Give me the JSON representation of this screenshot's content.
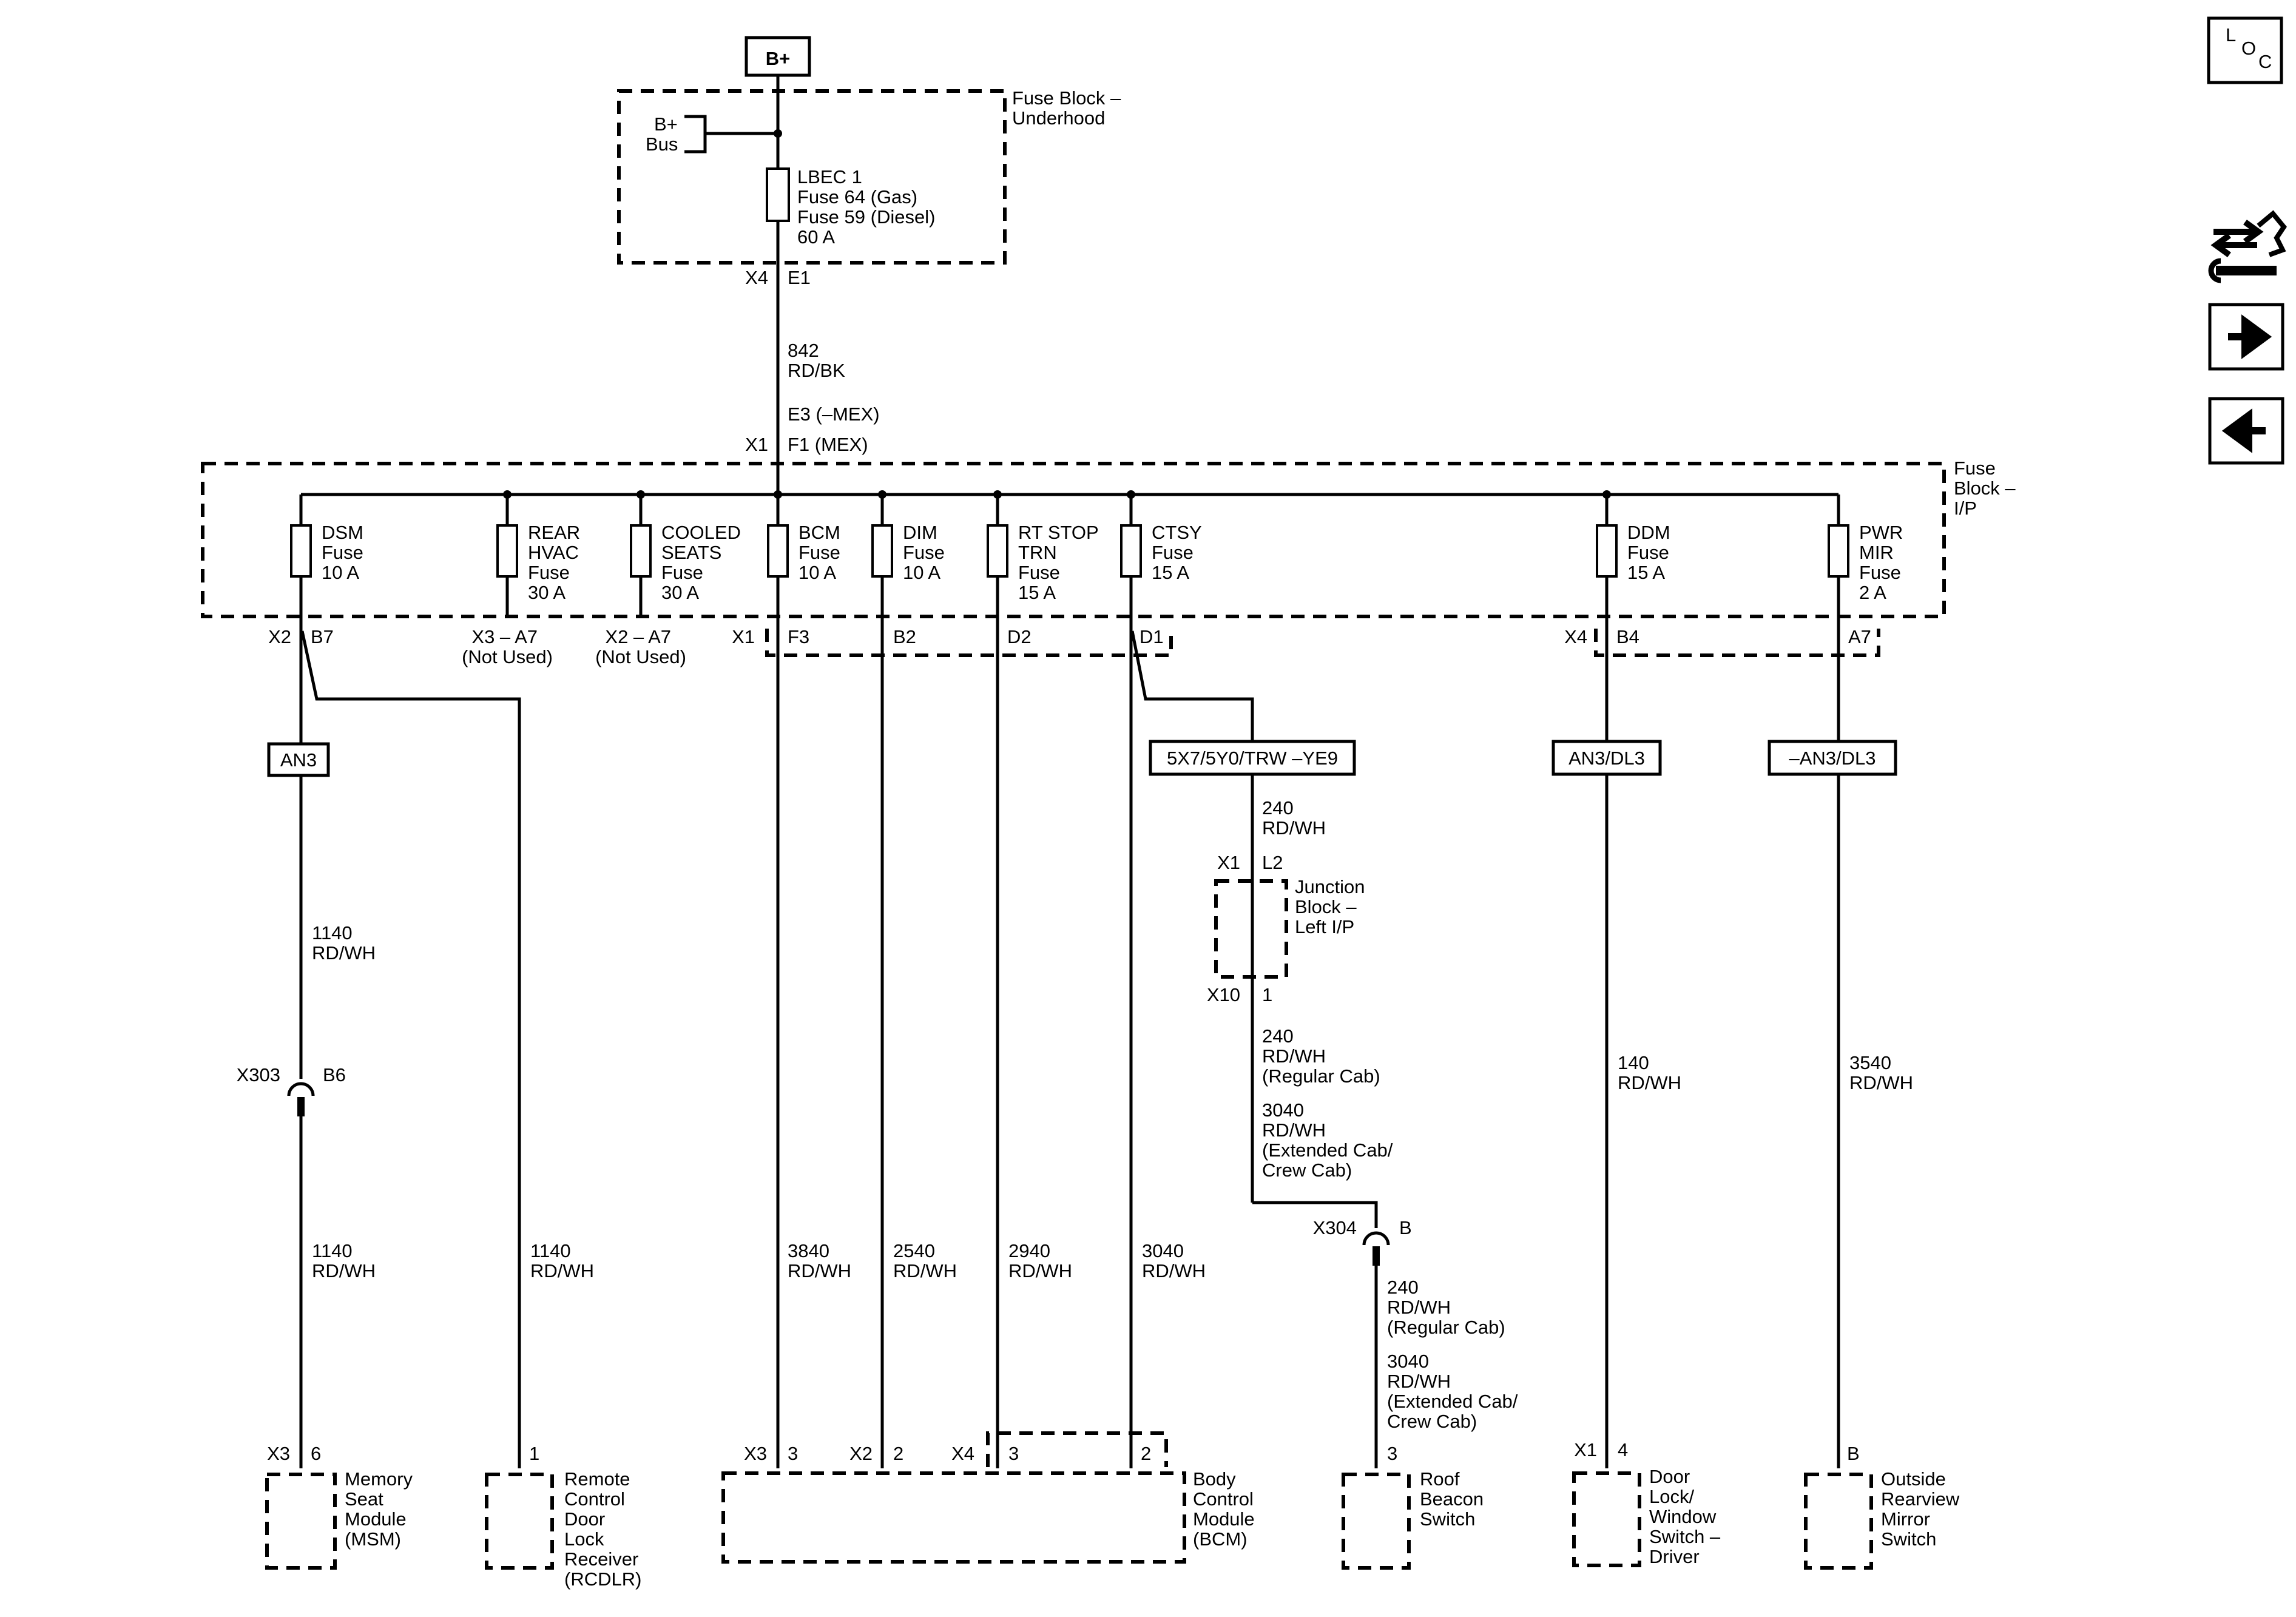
{
  "battery": "B+",
  "underhood": {
    "name_lines": [
      "Fuse Block –",
      "Underhood"
    ],
    "bus_lines": [
      "B+",
      "Bus"
    ],
    "fuse_lines": [
      "LBEC 1",
      "Fuse 64 (Gas)",
      "Fuse 59 (Diesel)",
      "60 A"
    ],
    "conn_x4": "X4",
    "pin_e1": "E1"
  },
  "main_wire": {
    "circuit": "842",
    "color": "RD/BK",
    "pin_e3": "E3 (–MEX)",
    "conn_x1": "X1",
    "pin_f1": "F1 (MEX)"
  },
  "ip_block": {
    "name_lines": [
      "Fuse",
      "Block –",
      "I/P"
    ]
  },
  "fuses": [
    {
      "label_lines": [
        "DSM",
        "Fuse",
        "10 A"
      ]
    },
    {
      "label_lines": [
        "REAR",
        "HVAC",
        "Fuse",
        "30 A"
      ]
    },
    {
      "label_lines": [
        "COOLED",
        "SEATS",
        "Fuse",
        "30 A"
      ]
    },
    {
      "label_lines": [
        "BCM",
        "Fuse",
        "10 A"
      ]
    },
    {
      "label_lines": [
        "DIM",
        "Fuse",
        "10 A"
      ]
    },
    {
      "label_lines": [
        "RT STOP",
        "TRN",
        "Fuse",
        "15 A"
      ]
    },
    {
      "label_lines": [
        "CTSY",
        "Fuse",
        "15 A"
      ]
    },
    {
      "label_lines": [
        "DDM",
        "Fuse",
        "15 A"
      ]
    },
    {
      "label_lines": [
        "PWR",
        "MIR",
        "Fuse",
        "2 A"
      ]
    }
  ],
  "ip_pins": {
    "x2": "X2",
    "b7": "B7",
    "rear_hvac_lines": [
      "X3 – A7",
      "(Not Used)"
    ],
    "cooled_lines": [
      "X2 – A7",
      "(Not Used)"
    ],
    "x1": "X1",
    "f3": "F3",
    "b2": "B2",
    "d2": "D2",
    "d1": "D1",
    "x4": "X4",
    "b4": "B4",
    "a7": "A7"
  },
  "options": {
    "an3": "AN3",
    "courtesy": "5X7/5Y0/TRW –YE9",
    "ddm": "AN3/DL3",
    "mirror": "–AN3/DL3"
  },
  "dsm_branch": {
    "circuit_upper": [
      "1140",
      "RD/WH"
    ],
    "conn": "X303",
    "pin": "B6",
    "circuit_lower": [
      "1140",
      "RD/WH"
    ]
  },
  "rcdlr_branch": {
    "circuit": [
      "1140",
      "RD/WH"
    ]
  },
  "bcm_wires": [
    {
      "circuit": [
        "3840",
        "RD/WH"
      ]
    },
    {
      "circuit": [
        "2540",
        "RD/WH"
      ]
    },
    {
      "circuit": [
        "2940",
        "RD/WH"
      ]
    },
    {
      "circuit": [
        "3040",
        "RD/WH"
      ]
    }
  ],
  "courtesy_branch": {
    "circuit_a": [
      "240",
      "RD/WH"
    ],
    "jb_conn": "X1",
    "jb_pin": "L2",
    "jb_name": [
      "Junction",
      "Block –",
      "Left I/P"
    ],
    "jb_out_conn": "X10",
    "jb_out_pin": "1",
    "circuit_b": [
      "240",
      "RD/WH",
      "(Regular Cab)",
      "3040",
      "RD/WH",
      "(Extended Cab/",
      "Crew Cab)"
    ],
    "x304": "X304",
    "x304_pin": "B",
    "circuit_c": [
      "240",
      "RD/WH",
      "(Regular Cab)",
      "3040",
      "RD/WH",
      "(Extended Cab/",
      "Crew Cab)"
    ]
  },
  "ddm_branch": {
    "circuit": [
      "140",
      "RD/WH"
    ]
  },
  "mirror_branch": {
    "circuit": [
      "3540",
      "RD/WH"
    ]
  },
  "components": {
    "msm": {
      "conn": "X3",
      "pin": "6",
      "name": [
        "Memory",
        "Seat",
        "Module",
        "(MSM)"
      ]
    },
    "rcdlr": {
      "pin": "1",
      "name": [
        "Remote",
        "Control",
        "Door",
        "Lock",
        "Receiver",
        "(RCDLR)"
      ]
    },
    "bcm": {
      "x3": "X3",
      "p3a": "3",
      "x2": "X2",
      "p2a": "2",
      "x4": "X4",
      "p3b": "3",
      "p2b": "2",
      "name": [
        "Body",
        "Control",
        "Module",
        "(BCM)"
      ]
    },
    "roof": {
      "pin": "3",
      "name": [
        "Roof",
        "Beacon",
        "Switch"
      ]
    },
    "door": {
      "conn": "X1",
      "pin": "4",
      "name": [
        "Door",
        "Lock/",
        "Window",
        "Switch –",
        "Driver"
      ]
    },
    "mirror": {
      "pin": "B",
      "name": [
        "Outside",
        "Rearview",
        "Mirror",
        "Switch"
      ]
    }
  },
  "nav": {
    "loc": [
      "L",
      "O",
      "C"
    ],
    "wiring_icon": "wiring-tools-icon",
    "next_icon": "arrow-right-icon",
    "prev_icon": "arrow-left-icon"
  }
}
